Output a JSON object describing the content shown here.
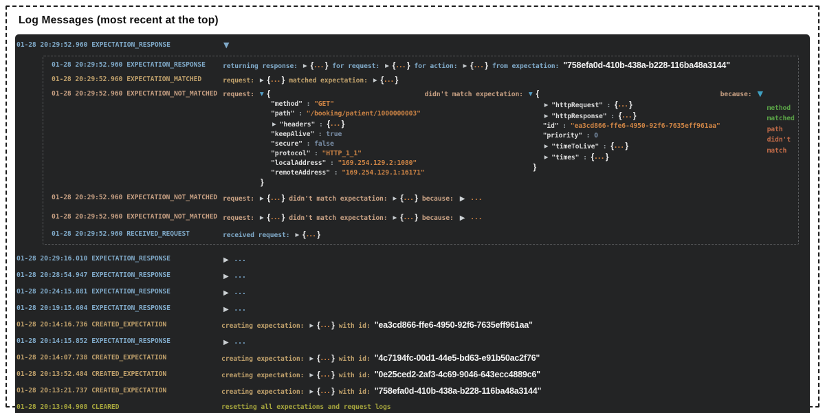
{
  "title": "Log Messages (most recent at the top)",
  "symbols": {
    "tri_down": "▼",
    "tri_right": "▶",
    "brace_open": "{",
    "brace_close": "}",
    "dots": "...",
    "json_sep": " : "
  },
  "colors": {
    "panel_bg": "#232425",
    "response_blue": "#80aac9",
    "matched_tan": "#bfa06b",
    "not_matched_rose": "#c7a083",
    "cleared_olive": "#a6a53d",
    "string_orange": "#cd8445",
    "literal_blue": "#7b90a9",
    "matched_green": "#5aa347",
    "failed_rust": "#bf6a48",
    "teal_toggle": "#3fa0c2"
  },
  "top_entry": {
    "timestamp": "01-28 20:29:52.960",
    "type": "EXPECTATION_RESPONSE"
  },
  "group": {
    "rows": [
      {
        "timestamp": "01-28 20:29:52.960",
        "type": "EXPECTATION_RESPONSE",
        "t1": "returning response:",
        "t2": "for request:",
        "t3": "for action:",
        "t4": "from expectation:",
        "id": "\"758efa0d-410b-438a-b228-116ba48a3144\""
      },
      {
        "timestamp": "01-28 20:29:52.960",
        "type": "EXPECTATION_MATCHED",
        "t1": "request:",
        "t2": "matched expectation:"
      },
      {
        "timestamp": "01-28 20:29:52.960",
        "type": "EXPECTATION_NOT_MATCHED",
        "request_label": "request:",
        "request_json": {
          "lines": [
            {
              "key": "\"method\"",
              "value": "\"GET\""
            },
            {
              "key": "\"path\"",
              "value": "\"/booking/patient/1000000003\""
            },
            {
              "key": "\"headers\""
            },
            {
              "key": "\"keepAlive\"",
              "value": "true"
            },
            {
              "key": "\"secure\"",
              "value": "false"
            },
            {
              "key": "\"protocol\"",
              "value": "\"HTTP_1_1\""
            },
            {
              "key": "\"localAddress\"",
              "value": "\"169.254.129.2:1080\""
            },
            {
              "key": "\"remoteAddress\"",
              "value": "\"169.254.129.1:16171\""
            }
          ]
        },
        "expectation_label": "didn't match expectation:",
        "expectation_json": {
          "lines": [
            {
              "key": "\"httpRequest\""
            },
            {
              "key": "\"httpResponse\""
            },
            {
              "key": "\"id\"",
              "value": "\"ea3cd866-ffe6-4950-92f6-7635eff961aa\""
            },
            {
              "key": "\"priority\"",
              "value": "0"
            },
            {
              "key": "\"timeToLive\""
            },
            {
              "key": "\"times\""
            }
          ]
        },
        "because_label": "because:",
        "reasons": [
          {
            "text": "method matched",
            "status": "matched"
          },
          {
            "text": "path didn't match",
            "status": "failed"
          }
        ]
      },
      {
        "timestamp": "01-28 20:29:52.960",
        "type": "EXPECTATION_NOT_MATCHED",
        "t1": "request:",
        "t2": "didn't match expectation:",
        "t3": "because:"
      },
      {
        "timestamp": "01-28 20:29:52.960",
        "type": "EXPECTATION_NOT_MATCHED",
        "t1": "request:",
        "t2": "didn't match expectation:",
        "t3": "because:"
      },
      {
        "timestamp": "01-28 20:29:52.960",
        "type": "RECEIVED_REQUEST",
        "t1": "received request:"
      }
    ]
  },
  "main_rows": [
    {
      "timestamp": "01-28 20:29:16.010",
      "type": "EXPECTATION_RESPONSE"
    },
    {
      "timestamp": "01-28 20:28:54.947",
      "type": "EXPECTATION_RESPONSE"
    },
    {
      "timestamp": "01-28 20:24:15.881",
      "type": "EXPECTATION_RESPONSE"
    },
    {
      "timestamp": "01-28 20:19:15.604",
      "type": "EXPECTATION_RESPONSE"
    },
    {
      "timestamp": "01-28 20:14:16.736",
      "type": "CREATED_EXPECTATION",
      "t1": "creating expectation:",
      "t2": "with id:",
      "id": "\"ea3cd866-ffe6-4950-92f6-7635eff961aa\""
    },
    {
      "timestamp": "01-28 20:14:15.852",
      "type": "EXPECTATION_RESPONSE"
    },
    {
      "timestamp": "01-28 20:14:07.738",
      "type": "CREATED_EXPECTATION",
      "t1": "creating expectation:",
      "t2": "with id:",
      "id": "\"4c7194fc-00d1-44e5-bd63-e91b50ac2f76\""
    },
    {
      "timestamp": "01-28 20:13:52.484",
      "type": "CREATED_EXPECTATION",
      "t1": "creating expectation:",
      "t2": "with id:",
      "id": "\"0e25ced2-2af3-4c69-9046-643ecc4889c6\""
    },
    {
      "timestamp": "01-28 20:13:21.737",
      "type": "CREATED_EXPECTATION",
      "t1": "creating expectation:",
      "t2": "with id:",
      "id": "\"758efa0d-410b-438a-b228-116ba48a3144\""
    },
    {
      "timestamp": "01-28 20:13:04.908",
      "type": "CLEARED",
      "message": "resetting all expectations and request logs"
    }
  ]
}
